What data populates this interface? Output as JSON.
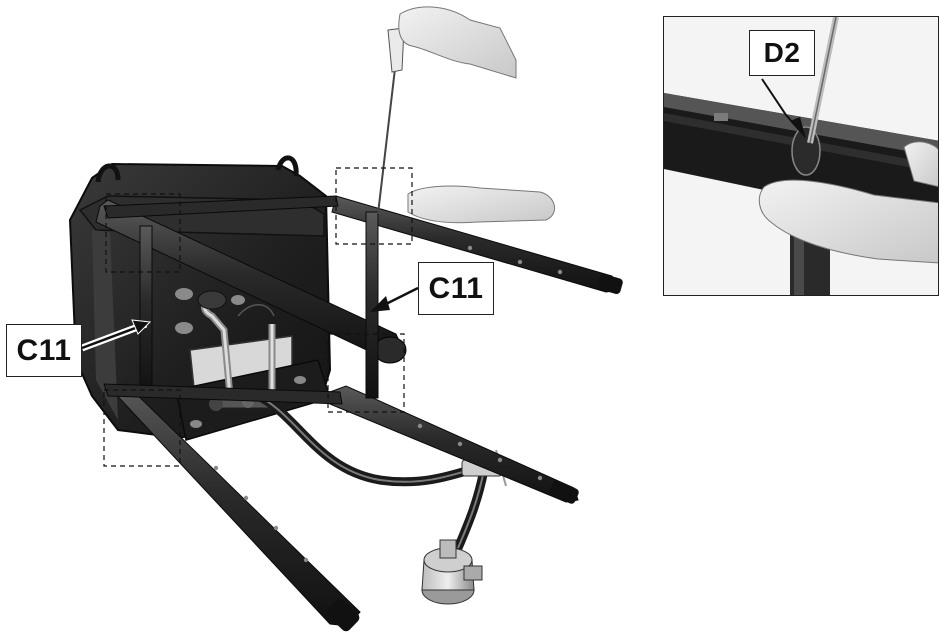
{
  "figure": {
    "labels": {
      "left_callout": "C11",
      "right_callout": "C11",
      "inset_callout": "D2"
    }
  }
}
